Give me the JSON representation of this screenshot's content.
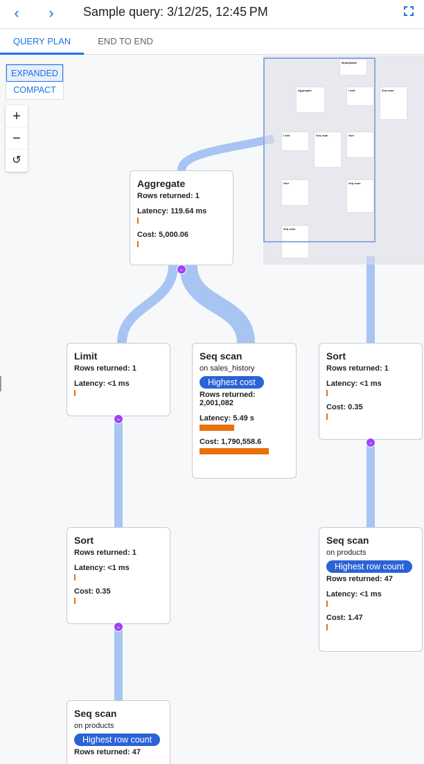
{
  "header": {
    "title": "Sample query: 3/12/25, 12:45 PM",
    "back_icon": "chevron-left-icon",
    "forward_icon": "chevron-right-icon",
    "fullscreen_icon": "fullscreen-icon"
  },
  "tabs": [
    {
      "label": "QUERY PLAN",
      "active": true
    },
    {
      "label": "END TO END",
      "active": false
    }
  ],
  "view_toggle": {
    "expanded": "EXPANDED",
    "compact": "COMPACT",
    "selected": "EXPANDED"
  },
  "zoom_controls": {
    "zoom_in": "+",
    "zoom_out": "−",
    "reset": "↺"
  },
  "colors": {
    "accent": "#1a73e8",
    "edge": "#a8c4f2",
    "bar": "#e8710a",
    "badge": "#2a63d6",
    "expander": "#a142f4"
  },
  "nodes": {
    "aggregate": {
      "title": "Aggregate",
      "rows": "Rows returned: 1",
      "latency": "Latency: 119.64 ms",
      "cost": "Cost: 5,000.06"
    },
    "limit": {
      "title": "Limit",
      "rows": "Rows returned: 1",
      "latency": "Latency: <1 ms"
    },
    "seq_sales": {
      "title": "Seq scan",
      "on": "on sales_history",
      "badge": "Highest cost",
      "rows_label": "Rows returned:",
      "rows_value": "2,001,082",
      "latency": "Latency: 5.49 s",
      "cost": "Cost: 1,790,558.6"
    },
    "sort_right": {
      "title": "Sort",
      "rows": "Rows returned: 1",
      "latency": "Latency: <1 ms",
      "cost": "Cost: 0.35"
    },
    "sort_left": {
      "title": "Sort",
      "rows": "Rows returned: 1",
      "latency": "Latency: <1 ms",
      "cost": "Cost: 0.35"
    },
    "seq_products_right": {
      "title": "Seq scan",
      "on": "on products",
      "badge": "Highest row count",
      "rows": "Rows returned: 47",
      "latency": "Latency: <1 ms",
      "cost": "Cost: 1.47"
    },
    "seq_products_bottom": {
      "title": "Seq scan",
      "on": "on products",
      "badge": "Highest row count",
      "rows": "Rows returned: 47"
    }
  },
  "minimap": {
    "nodes": [
      "Modifytable",
      "Aggregate",
      "Limit",
      "Seq scan",
      "Limit",
      "Seq scan",
      "Sort",
      "Sort",
      "Seq scan",
      "Seq scan"
    ]
  }
}
